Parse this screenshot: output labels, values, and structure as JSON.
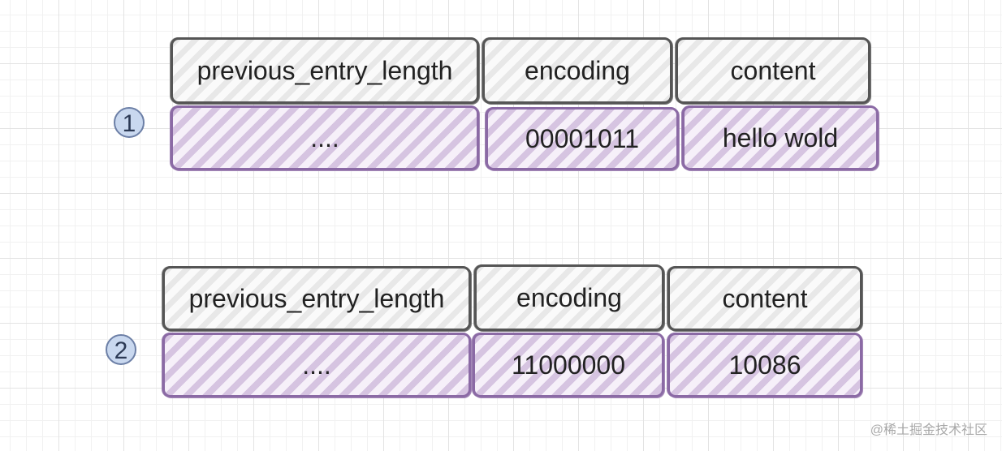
{
  "diagrams": [
    {
      "badge": "1",
      "headers": [
        "previous_entry_length",
        "encoding",
        "content"
      ],
      "values": [
        "....",
        "00001011",
        "hello wold"
      ]
    },
    {
      "badge": "2",
      "headers": [
        "previous_entry_length",
        "encoding",
        "content"
      ],
      "values": [
        "....",
        "11000000",
        "10086"
      ]
    }
  ],
  "watermark": "@稀土掘金技术社区",
  "colors": {
    "header_border": "#555555",
    "value_border": "#8b6aa5",
    "value_hatch": "#bca0cd",
    "badge_fill": "#c9d8ef",
    "badge_border": "#6c7fa6"
  }
}
